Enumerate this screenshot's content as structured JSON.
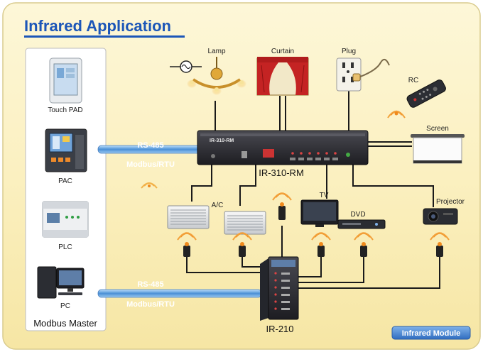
{
  "title": "Infrared Application",
  "master": {
    "devices": [
      "Touch PAD",
      "PAC",
      "PLC",
      "PC"
    ],
    "caption": "Modbus Master"
  },
  "cables": {
    "top": {
      "protocol": "RS-485",
      "mode": "Modbus/RTU"
    },
    "bottom": {
      "protocol": "RS-485",
      "mode": "Modbus/RTU"
    }
  },
  "controller": {
    "label": "IR-310-RM",
    "faceplate": "IR-310-RM"
  },
  "module": {
    "label": "IR-210"
  },
  "appliances": {
    "lamp": "Lamp",
    "curtain": "Curtain",
    "plug": "Plug",
    "rc": "RC",
    "screen": "Screen",
    "ac": "A/C",
    "tv": "TV",
    "dvd": "DVD",
    "projector": "Projector"
  },
  "badge": "Infrared Module",
  "colors": {
    "title": "#1c56b8",
    "background": "#fdf5cf",
    "cable": "#4a90d6",
    "badge": "#3f7fd0",
    "ir_emitter": "#f08a1c"
  }
}
